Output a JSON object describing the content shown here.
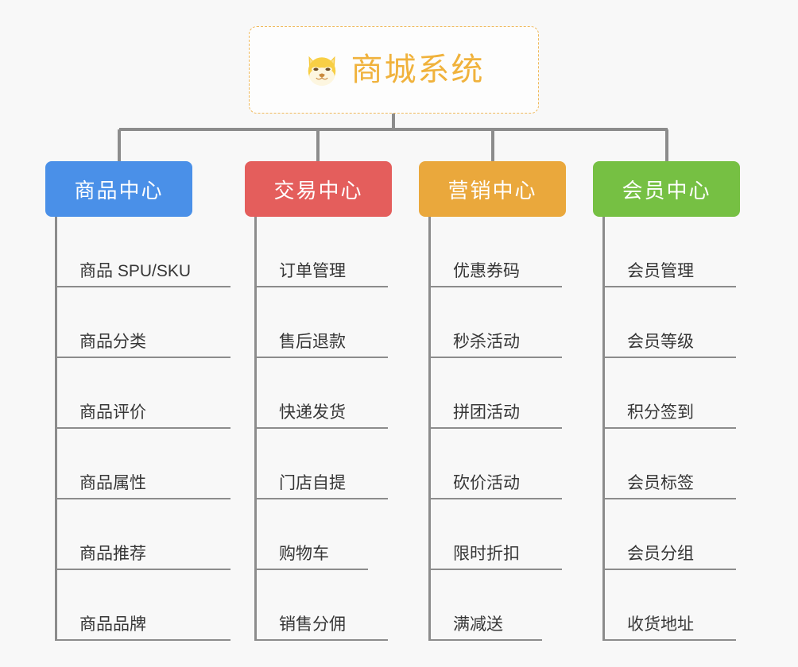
{
  "root": {
    "title": "商城系统",
    "icon": "shiba-dog-icon",
    "border_color": "#f0b95b",
    "text_color": "#f0b23c"
  },
  "background_color": "#f8f8f8",
  "connector_color": "#8c8c8c",
  "columns": [
    {
      "label": "商品中心",
      "color": "#4a90e8",
      "items": [
        {
          "label": "商品 SPU/SKU",
          "width": "wide"
        },
        {
          "label": "商品分类",
          "width": "normal"
        },
        {
          "label": "商品评价",
          "width": "normal"
        },
        {
          "label": "商品属性",
          "width": "normal"
        },
        {
          "label": "商品推荐",
          "width": "normal"
        },
        {
          "label": "商品品牌",
          "width": "normal"
        }
      ]
    },
    {
      "label": "交易中心",
      "color": "#e45e5c",
      "items": [
        {
          "label": "订单管理",
          "width": "normal"
        },
        {
          "label": "售后退款",
          "width": "normal"
        },
        {
          "label": "快递发货",
          "width": "normal"
        },
        {
          "label": "门店自提",
          "width": "normal"
        },
        {
          "label": "购物车",
          "width": "narrow"
        },
        {
          "label": "销售分佣",
          "width": "normal"
        }
      ]
    },
    {
      "label": "营销中心",
      "color": "#eaa83c",
      "items": [
        {
          "label": "优惠券码",
          "width": "normal"
        },
        {
          "label": "秒杀活动",
          "width": "normal"
        },
        {
          "label": "拼团活动",
          "width": "normal"
        },
        {
          "label": "砍价活动",
          "width": "normal"
        },
        {
          "label": "限时折扣",
          "width": "normal"
        },
        {
          "label": "满减送",
          "width": "narrow"
        }
      ]
    },
    {
      "label": "会员中心",
      "color": "#76c043",
      "items": [
        {
          "label": "会员管理",
          "width": "normal"
        },
        {
          "label": "会员等级",
          "width": "normal"
        },
        {
          "label": "积分签到",
          "width": "normal"
        },
        {
          "label": "会员标签",
          "width": "normal"
        },
        {
          "label": "会员分组",
          "width": "normal"
        },
        {
          "label": "收货地址",
          "width": "normal"
        }
      ]
    }
  ]
}
